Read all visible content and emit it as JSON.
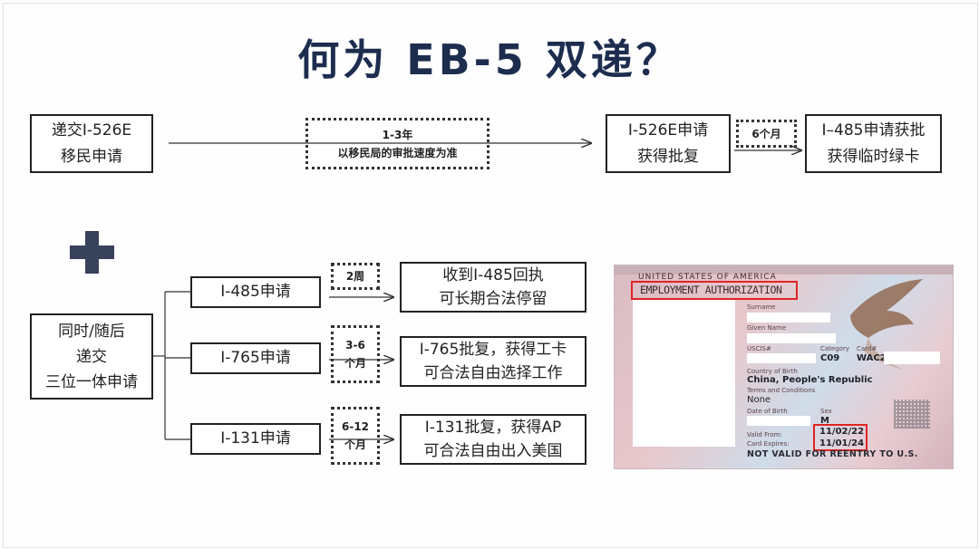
{
  "title": "何为 EB-5 双递？",
  "top_flow": {
    "i526_submit": [
      "递交I-526E",
      "移民申请"
    ],
    "wait_label": [
      "1-3年",
      "以移民局的审批速度为准"
    ],
    "i526_approved": [
      "I-526E申请",
      "获得批复"
    ],
    "wait_6m": "6个月",
    "i485_approved": [
      "I–485申请获批",
      "获得临时绿卡"
    ]
  },
  "concurrent": [
    "同时/随后",
    "递交",
    "三位一体申请"
  ],
  "branches": [
    {
      "app": "I-485申请",
      "duration": [
        "2周"
      ],
      "result": [
        "收到I-485回执",
        "可长期合法停留"
      ]
    },
    {
      "app": "I-765申请",
      "duration": [
        "3-6",
        "个月"
      ],
      "result": [
        "I-765批复，获得工卡",
        "可合法自由选择工作"
      ]
    },
    {
      "app": "I-131申请",
      "duration": [
        "6-12",
        "个月"
      ],
      "result": [
        "I-131批复，获得AP",
        "可合法自由出入美国"
      ]
    }
  ],
  "card": {
    "issuer": "UNITED STATES OF AMERICA",
    "title": "EMPLOYMENT AUTHORIZATION",
    "labels": {
      "surname": "Surname",
      "given_name": "Given Name",
      "uscis": "USCIS#",
      "category": "Category",
      "card_no": "Card#",
      "country": "Country of Birth",
      "terms": "Terms and Conditions",
      "dob": "Date of Birth",
      "sex": "Sex",
      "valid_from": "Valid From:",
      "card_expires": "Card Expires:"
    },
    "category_value": "C09",
    "card_prefix": "WAC2",
    "country_value": "China, People's Republic",
    "terms_value": "None",
    "sex_value": "M",
    "valid_from": "11/02/22",
    "expires": "11/01/24",
    "footer": "NOT VALID FOR REENTRY TO U.S.",
    "colors": {
      "highlight": "#e02424"
    }
  },
  "colors": {
    "title": "#1d2d4f",
    "plus": "#38425a"
  }
}
